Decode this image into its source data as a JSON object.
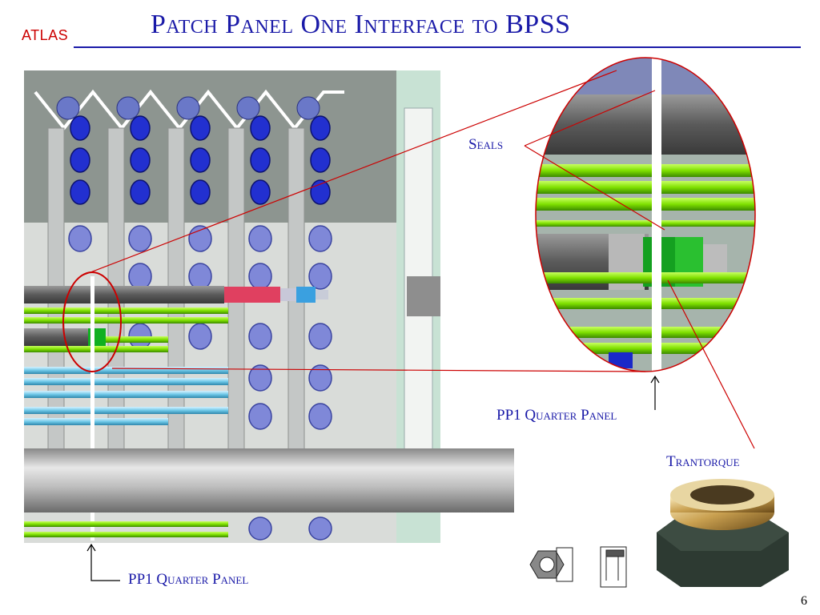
{
  "slide": {
    "logo": "ATLAS",
    "title": "Patch Panel One Interface to BPSS",
    "page_number": "6"
  },
  "labels": {
    "seals": "Seals",
    "pp1_quarter_panel_right": "PP1 Quarter Panel",
    "trantorque": "Trantorque",
    "pp1_quarter_panel_bottom": "PP1 Quarter Panel"
  },
  "colors": {
    "title": "#1a1aa8",
    "logo": "#cc0000",
    "callout_lines": "#cc0000",
    "pipe_green": "#7fe000",
    "pipe_blue": "#6ec8e8",
    "disc_blue": "#1a28c8"
  }
}
